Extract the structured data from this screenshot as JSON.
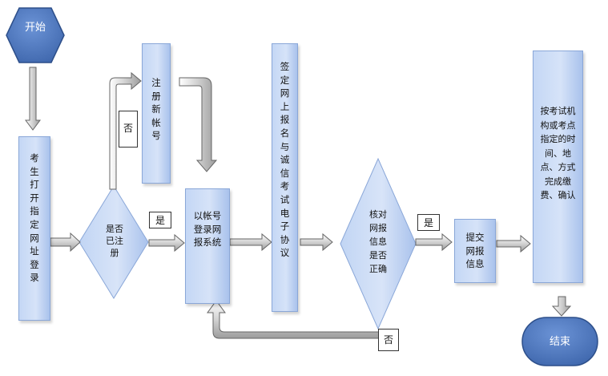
{
  "start": "开始",
  "end": "结束",
  "open_site": "考生打开指定网址登录",
  "decision_registered": "是否已注册",
  "register": "注册新帐号",
  "login": "以帐号登录网报系统",
  "sign_agreement": "签定网上报名与诚信考试电子协议",
  "decision_verify": "核对网报信息是否正确",
  "submit": "提交网报信息",
  "pay_confirm": "按考试机构或考点指定的时间、地点、方式完成缴费、确认",
  "label_yes_1": "是",
  "label_no_1": "否",
  "label_yes_2": "是",
  "label_no_2": "否",
  "return_mark": "↵"
}
